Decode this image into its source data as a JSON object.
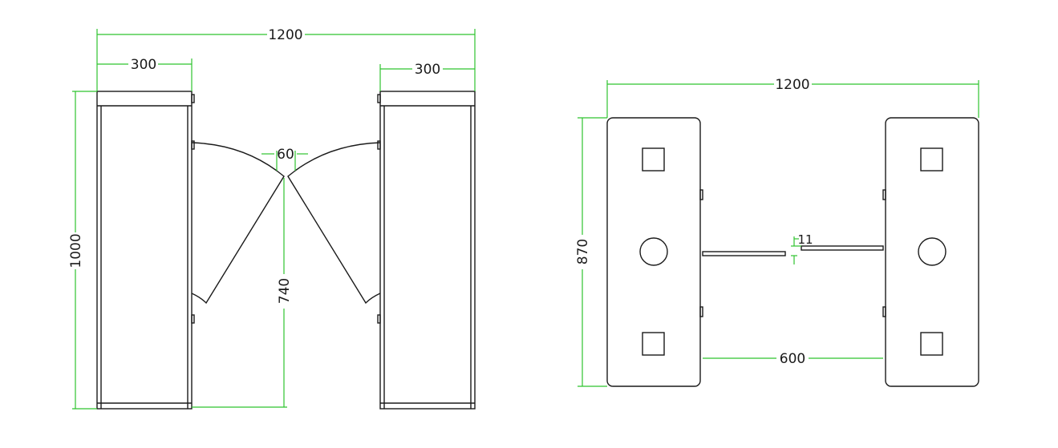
{
  "colors": {
    "dimension": "#2ec32e",
    "outline": "#1a1a1a",
    "background": "#ffffff"
  },
  "front_view": {
    "overall_width": "1200",
    "left_cabinet_width": "300",
    "right_cabinet_width": "300",
    "height": "1000",
    "flap_gap": "60",
    "flap_height": "740"
  },
  "top_view": {
    "overall_width": "1200",
    "depth": "870",
    "passage_width": "600",
    "arm_gap": "11"
  }
}
